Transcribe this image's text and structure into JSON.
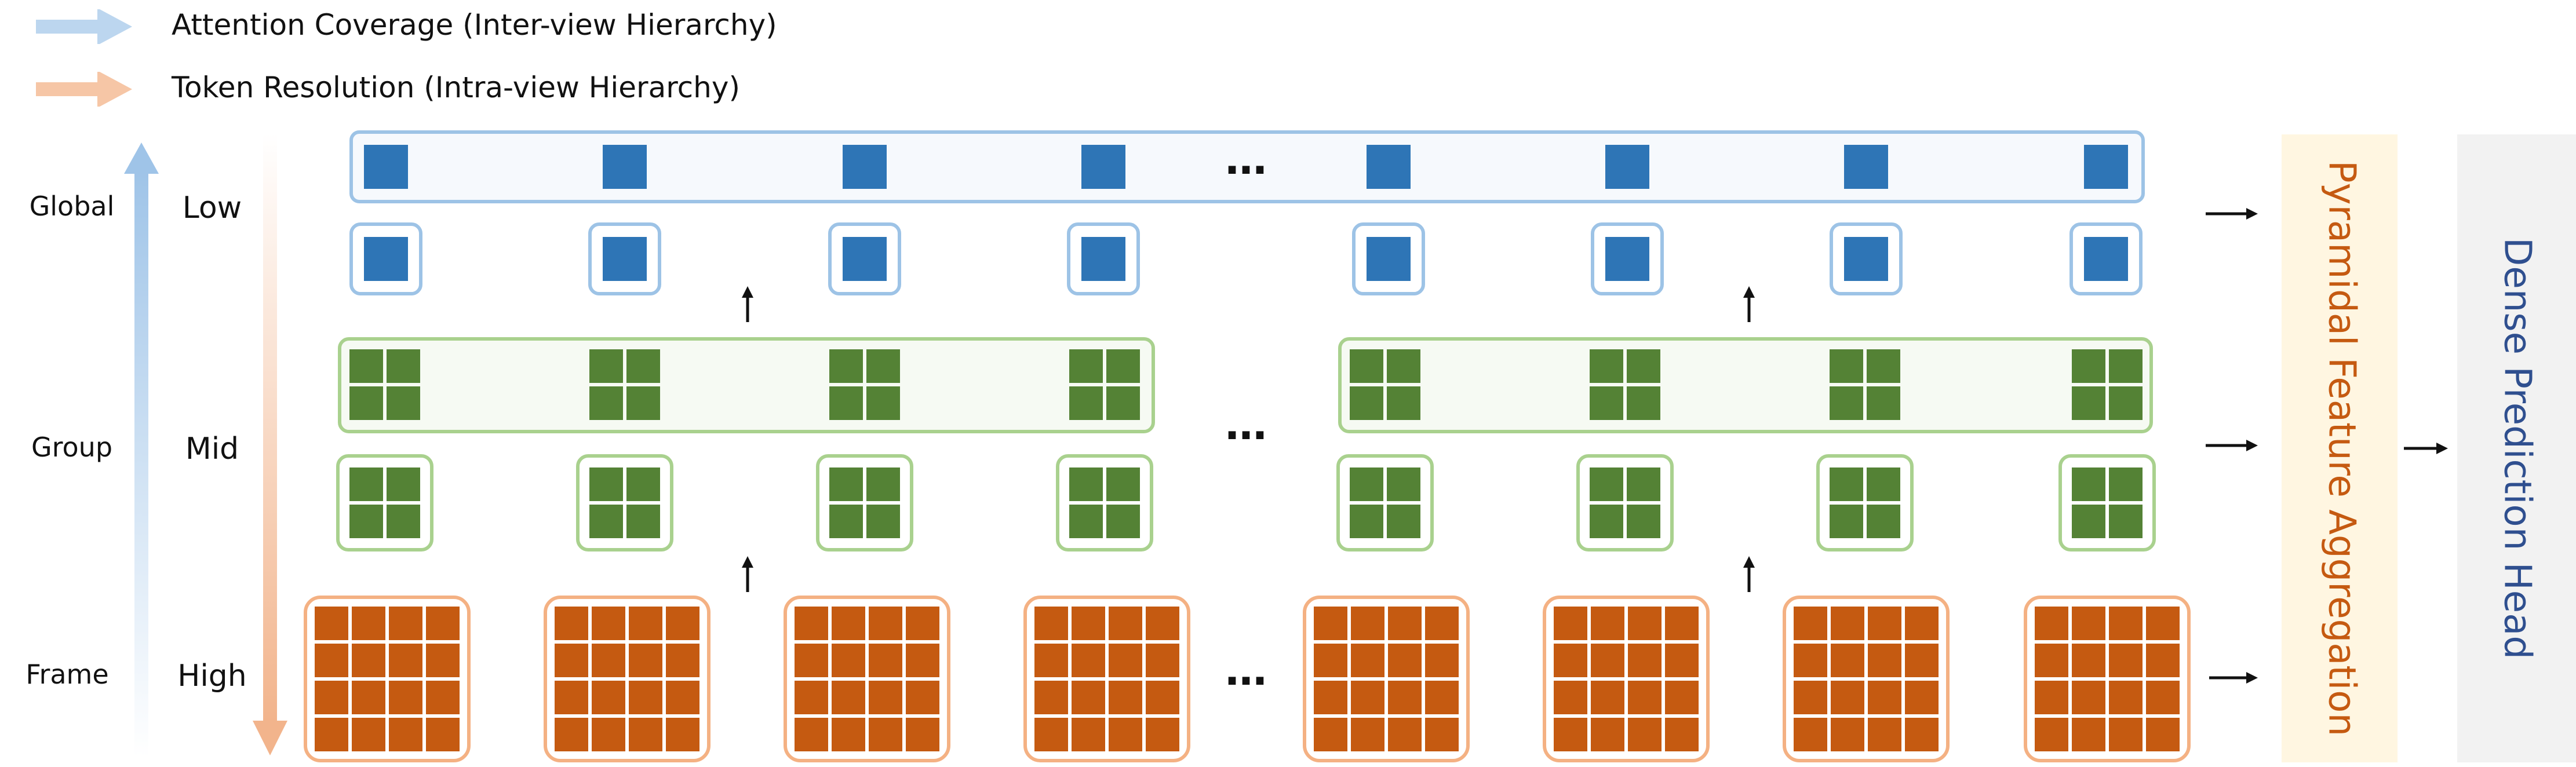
{
  "legend": {
    "inter_view": "Attention Coverage (Inter-view Hierarchy)",
    "intra_view": "Token Resolution (Intra-view Hierarchy)"
  },
  "levels": {
    "global": "Global",
    "group": "Group",
    "frame": "Frame"
  },
  "resolutions": {
    "low": "Low",
    "mid": "Mid",
    "high": "High"
  },
  "ellipsis": "…",
  "aggregation_label": "Pyramidal Feature Aggregation",
  "head_label": "Dense Prediction Head",
  "colors": {
    "blue_arrow": "#9fc4e8",
    "orange_arrow": "#f2b48c",
    "blue_token": "#2e75b6",
    "blue_border": "#9dc3e6",
    "green_token": "#548235",
    "green_border": "#a9d18e",
    "orange_token": "#c55a11",
    "orange_border": "#f4b183",
    "aggregation_bg": "#fff6e1",
    "aggregation_text": "#c55a11",
    "head_bg": "#f2f2f2",
    "head_text": "#2f4f8f"
  }
}
